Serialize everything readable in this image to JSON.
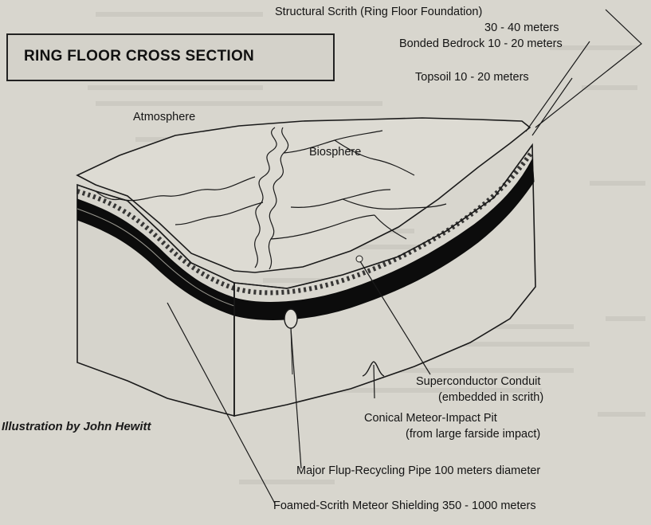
{
  "title": "RING FLOOR CROSS SECTION",
  "credit": "Illustration by John Hewitt",
  "regions": {
    "atmosphere": "Atmosphere",
    "biosphere": "Biosphere"
  },
  "layers": {
    "structural_scrith": "Structural Scrith  (Ring Floor Foundation)",
    "structural_scrith_depth": "30 - 40 meters",
    "bonded_bedrock": "Bonded Bedrock  10 - 20 meters",
    "topsoil": "Topsoil  10 - 20 meters"
  },
  "features": {
    "superconductor": "Superconductor Conduit",
    "superconductor_note": "(embedded in scrith)",
    "meteor_pit": "Conical Meteor-Impact Pit",
    "meteor_pit_note": "(from large farside impact)",
    "flup_pipe": "Major Flup-Recycling Pipe  100 meters diameter",
    "shielding": "Foamed-Scrith Meteor Shielding  350 - 1000 meters"
  }
}
